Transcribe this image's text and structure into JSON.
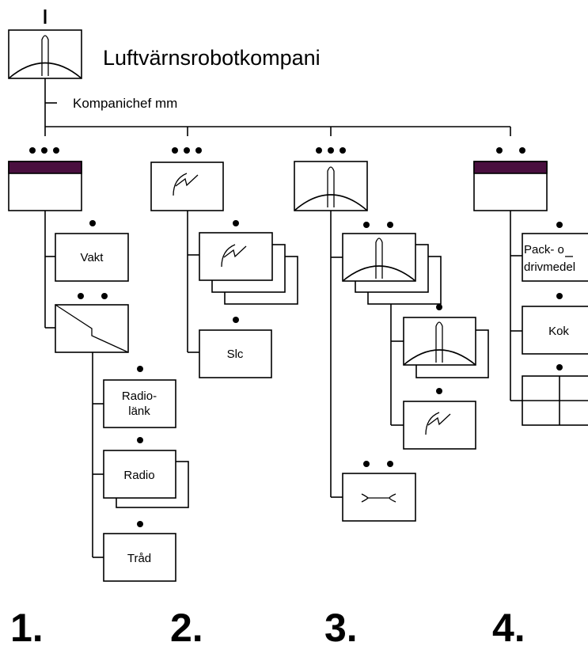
{
  "header": {
    "title": "Luftvärnsrobotkompani",
    "command_label": "Kompanichef mm"
  },
  "columns": [
    {
      "number": "1.",
      "units": [
        {
          "label": "Vakt"
        },
        {
          "label_line1": "Radio-",
          "label_line2": "länk"
        },
        {
          "label": "Radio"
        },
        {
          "label": "Tråd"
        }
      ]
    },
    {
      "number": "2.",
      "units": [
        {
          "label": "Slc"
        }
      ]
    },
    {
      "number": "3.",
      "units": []
    },
    {
      "number": "4.",
      "units": [
        {
          "label_line1": "Pack- o",
          "label_line2": "drivmedel"
        },
        {
          "label": "Kok"
        }
      ]
    }
  ],
  "colors": {
    "line": "#000000",
    "band": "#4a0f3f",
    "background": "#ffffff"
  }
}
